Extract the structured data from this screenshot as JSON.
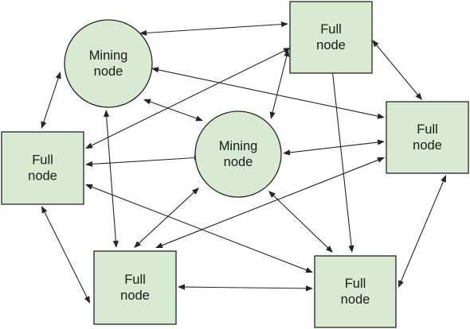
{
  "colors": {
    "node_fill": "#d9ead3",
    "stroke": "#262626",
    "background": "#ffffff"
  },
  "nodes": [
    {
      "id": "mining-top-left",
      "shape": "circle",
      "lines": [
        "Mining",
        "node"
      ]
    },
    {
      "id": "mining-center",
      "shape": "circle",
      "lines": [
        "Mining",
        "node"
      ]
    },
    {
      "id": "full-top",
      "shape": "box",
      "lines": [
        "Full",
        "node"
      ]
    },
    {
      "id": "full-right",
      "shape": "box",
      "lines": [
        "Full",
        "node"
      ]
    },
    {
      "id": "full-left",
      "shape": "box",
      "lines": [
        "Full",
        "node"
      ]
    },
    {
      "id": "full-bottom-left",
      "shape": "box",
      "lines": [
        "Full",
        "node"
      ]
    },
    {
      "id": "full-bottom-right",
      "shape": "box",
      "lines": [
        "Full",
        "node"
      ]
    }
  ],
  "edges": [
    {
      "from": "mining-top-left",
      "to": "full-top",
      "direction": "both"
    },
    {
      "from": "mining-top-left",
      "to": "full-right",
      "direction": "both"
    },
    {
      "from": "mining-top-left",
      "to": "mining-center",
      "direction": "both"
    },
    {
      "from": "mining-top-left",
      "to": "full-left",
      "direction": "both"
    },
    {
      "from": "mining-top-left",
      "to": "full-bottom-left",
      "direction": "both"
    },
    {
      "from": "full-top",
      "to": "full-right",
      "direction": "both"
    },
    {
      "from": "full-top",
      "to": "mining-center",
      "direction": "both"
    },
    {
      "from": "full-top",
      "to": "full-left",
      "direction": "both"
    },
    {
      "from": "full-top",
      "to": "full-bottom-right",
      "direction": "both"
    },
    {
      "from": "full-right",
      "to": "mining-center",
      "direction": "both"
    },
    {
      "from": "full-right",
      "to": "full-bottom-left",
      "direction": "both"
    },
    {
      "from": "full-right",
      "to": "full-bottom-right",
      "direction": "both"
    },
    {
      "from": "mining-center",
      "to": "full-left",
      "direction": "both"
    },
    {
      "from": "mining-center",
      "to": "full-bottom-left",
      "direction": "both"
    },
    {
      "from": "mining-center",
      "to": "full-bottom-right",
      "direction": "both"
    },
    {
      "from": "full-left",
      "to": "full-bottom-left",
      "direction": "both"
    },
    {
      "from": "full-left",
      "to": "full-bottom-right",
      "direction": "both"
    },
    {
      "from": "full-bottom-left",
      "to": "full-bottom-right",
      "direction": "both"
    }
  ]
}
